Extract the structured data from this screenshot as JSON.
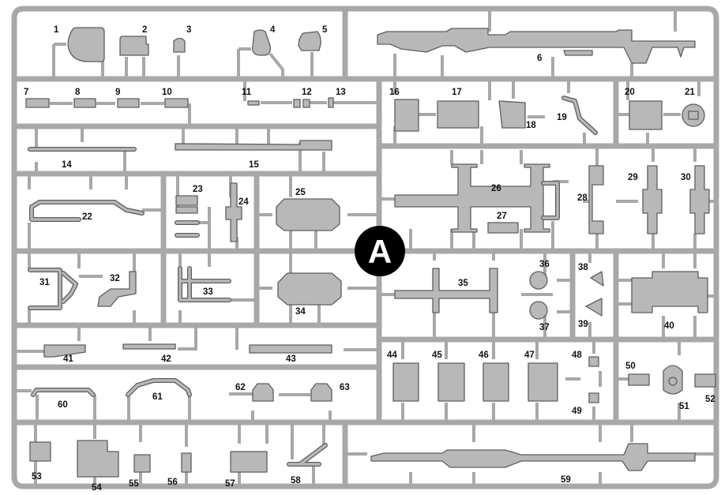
{
  "sprue": {
    "letter": "A",
    "parts": [
      "1",
      "2",
      "3",
      "4",
      "5",
      "6",
      "7",
      "8",
      "9",
      "10",
      "11",
      "12",
      "13",
      "14",
      "15",
      "16",
      "17",
      "18",
      "19",
      "20",
      "21",
      "22",
      "23",
      "24",
      "25",
      "26",
      "27",
      "28",
      "29",
      "30",
      "31",
      "32",
      "33",
      "34",
      "35",
      "36",
      "37",
      "38",
      "39",
      "40",
      "41",
      "42",
      "43",
      "44",
      "45",
      "46",
      "47",
      "48",
      "49",
      "50",
      "51",
      "52",
      "53",
      "54",
      "55",
      "56",
      "57",
      "58",
      "59",
      "60",
      "61",
      "62",
      "63"
    ]
  },
  "colors": {
    "frame": "#a8a8a8",
    "part_fill": "#b8b8b8",
    "part_outline": "#5e5e5e",
    "badge": "#000000"
  }
}
